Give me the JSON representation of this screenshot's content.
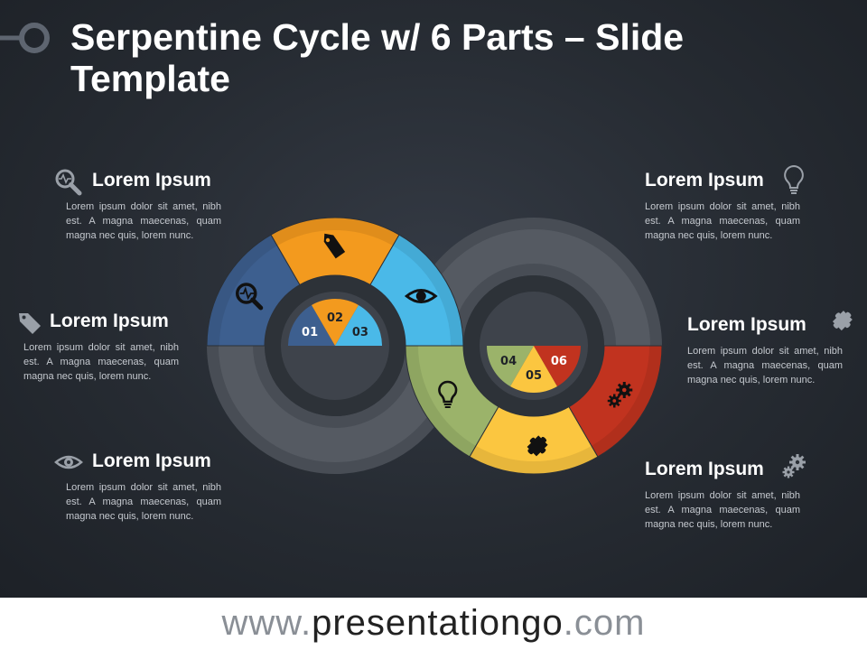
{
  "title": "Serpentine Cycle w/ 6 Parts – Slide Template",
  "footer": {
    "prefix": "www.",
    "domain": "presentationgo",
    "suffix": ".com"
  },
  "blocks": [
    {
      "heading": "Lorem Ipsum",
      "body": "Lorem ipsum dolor sit amet, nibh est. A magna maecenas, quam magna nec quis, lorem nunc.",
      "icon": "magnifier-pulse-icon"
    },
    {
      "heading": "Lorem Ipsum",
      "body": "Lorem ipsum dolor sit amet, nibh est. A magna maecenas, quam magna nec quis, lorem nunc.",
      "icon": "price-tag-icon"
    },
    {
      "heading": "Lorem Ipsum",
      "body": "Lorem ipsum dolor sit amet, nibh est. A magna maecenas, quam magna nec quis, lorem nunc.",
      "icon": "eye-icon"
    },
    {
      "heading": "Lorem Ipsum",
      "body": "Lorem ipsum dolor sit amet, nibh est. A magna maecenas, quam magna nec quis, lorem nunc.",
      "icon": "lightbulb-icon"
    },
    {
      "heading": "Lorem Ipsum",
      "body": "Lorem ipsum dolor sit amet, nibh est. A magna maecenas, quam magna nec quis, lorem nunc.",
      "icon": "puzzle-icon"
    },
    {
      "heading": "Lorem Ipsum",
      "body": "Lorem ipsum dolor sit amet, nibh est. A magna maecenas, quam magna nec quis, lorem nunc.",
      "icon": "gears-icon"
    }
  ],
  "segments": [
    {
      "num": "01",
      "color": "#3d5f8f",
      "icon": "magnifier-pulse-icon"
    },
    {
      "num": "02",
      "color": "#f39a1e",
      "icon": "price-tag-icon"
    },
    {
      "num": "03",
      "color": "#4ab9e8",
      "icon": "eye-icon"
    },
    {
      "num": "04",
      "color": "#9bb36a",
      "icon": "lightbulb-icon"
    },
    {
      "num": "05",
      "color": "#fbc640",
      "icon": "puzzle-icon"
    },
    {
      "num": "06",
      "color": "#c1331f",
      "icon": "gears-icon"
    }
  ]
}
